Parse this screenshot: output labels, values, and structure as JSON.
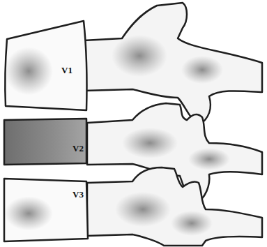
{
  "diagram": {
    "nodes": [
      {
        "text": [
          "V1"
        ]
      },
      {
        "text": [
          "V2"
        ]
      },
      {
        "text": [
          "V3"
        ]
      }
    ]
  }
}
